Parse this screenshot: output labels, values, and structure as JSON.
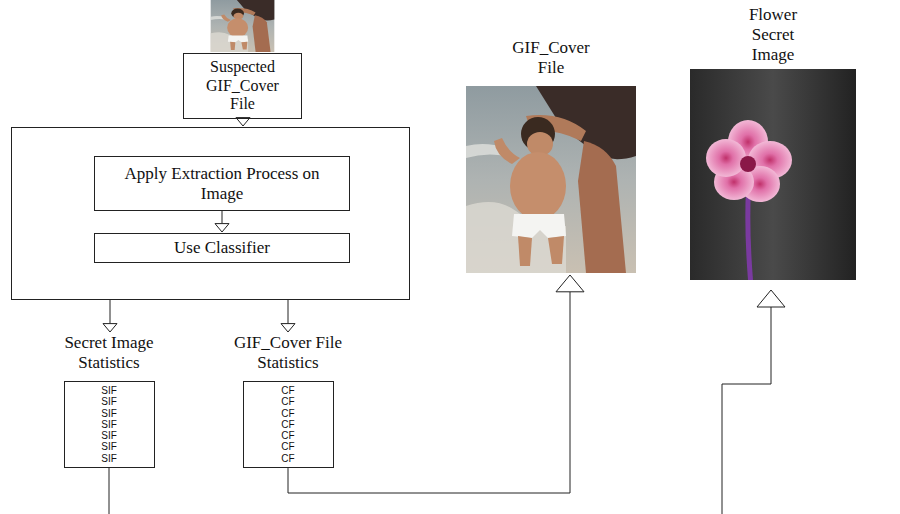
{
  "diagram": {
    "nodes": [
      {
        "text": [
          "Suspected GIF_Cover File"
        ]
      },
      {
        "text": []
      },
      {
        "text": [
          "Apply Extraction Process on Image"
        ],
        "in": 1
      },
      {
        "text": [
          "Use Classifier"
        ],
        "in": 1
      },
      {
        "text": [
          "Secret Image Statistics",
          "SIF",
          "SIF",
          "SIF",
          "SIF",
          "SIF",
          "SIF",
          "SIF"
        ]
      },
      {
        "text": [
          "GIF_Cover File Statistics",
          "CF",
          "CF",
          "CF",
          "CF",
          "CF",
          "CF",
          "CF"
        ]
      },
      {
        "text": [
          "GIF_Cover File"
        ]
      },
      {
        "text": [
          "Flower Secret Image"
        ]
      }
    ],
    "edges": [
      {
        "from": 0,
        "to": 1,
        "arrow": "to"
      },
      {
        "from": 2,
        "to": 3,
        "arrow": "to"
      },
      {
        "from": 1,
        "to": 4,
        "arrow": "to"
      },
      {
        "from": 1,
        "to": 5,
        "arrow": "to"
      },
      {
        "from": 5,
        "to": 6,
        "arrow": "to"
      }
    ]
  }
}
